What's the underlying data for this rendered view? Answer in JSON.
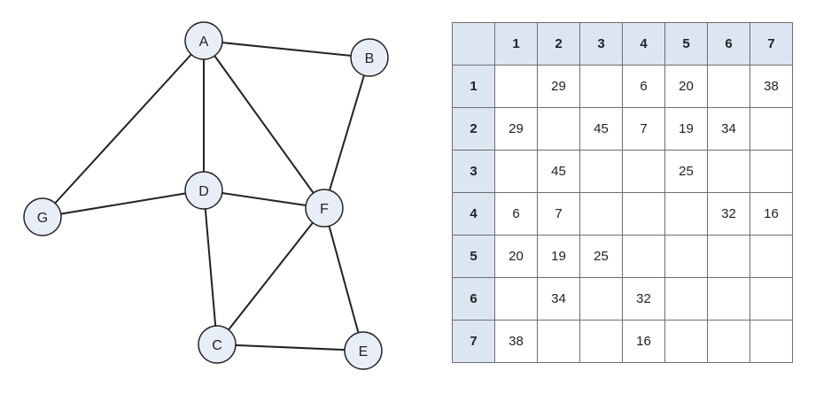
{
  "colors": {
    "node_fill": "#e8eef7",
    "edge": "#222222",
    "header_fill": "#dce6f3",
    "grid": "#6e6e6e"
  },
  "graph": {
    "nodes": [
      "A",
      "B",
      "D",
      "F",
      "G",
      "C",
      "E"
    ],
    "edges": [
      [
        "A",
        "B"
      ],
      [
        "A",
        "G"
      ],
      [
        "A",
        "D"
      ],
      [
        "A",
        "F"
      ],
      [
        "B",
        "F"
      ],
      [
        "G",
        "D"
      ],
      [
        "D",
        "F"
      ],
      [
        "D",
        "C"
      ],
      [
        "F",
        "C"
      ],
      [
        "F",
        "E"
      ],
      [
        "C",
        "E"
      ]
    ]
  },
  "matrix": {
    "headers": [
      "1",
      "2",
      "3",
      "4",
      "5",
      "6",
      "7"
    ],
    "rows": [
      [
        "",
        "29",
        "",
        "6",
        "20",
        "",
        "38"
      ],
      [
        "29",
        "",
        "45",
        "7",
        "19",
        "34",
        ""
      ],
      [
        "",
        "45",
        "",
        "",
        "25",
        "",
        ""
      ],
      [
        "6",
        "7",
        "",
        "",
        "",
        "32",
        "16"
      ],
      [
        "20",
        "19",
        "25",
        "",
        "",
        "",
        ""
      ],
      [
        "",
        "34",
        "",
        "32",
        "",
        "",
        ""
      ],
      [
        "38",
        "",
        "",
        "16",
        "",
        "",
        ""
      ]
    ]
  }
}
